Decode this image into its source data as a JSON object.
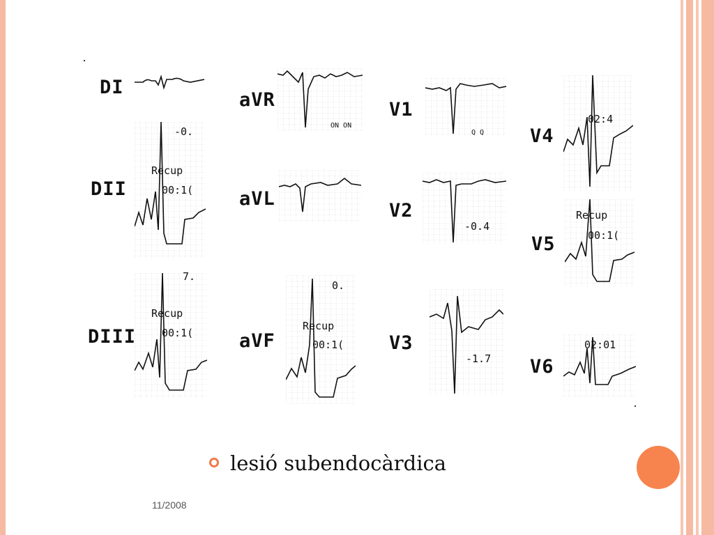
{
  "leads": {
    "DI": "DI",
    "DII": "DII",
    "DIII": "DIII",
    "aVR": "aVR",
    "aVL": "aVL",
    "aVF": "aVF",
    "V1": "V1",
    "V2": "V2",
    "V3": "V3",
    "V4": "V4",
    "V5": "V5",
    "V6": "V6"
  },
  "annotations": {
    "dii_value": "-0.",
    "dii_recup": "Recup",
    "dii_time": "00:1(",
    "diii_value": "7.",
    "diii_recup": "Recup",
    "diii_time": "00:1(",
    "avr_marks": "ON  ON",
    "avf_value": "0.",
    "avf_recup": "Recup",
    "avf_time": "00:1(",
    "v1_marks": "Q  Q",
    "v2_value": "-0.4",
    "v3_value": "-1.7",
    "v4_time": "02:4",
    "v5_recup": "Recup",
    "v5_time": "00:1(",
    "v6_time": "02:01"
  },
  "bullet": {
    "text": "lesió subendocàrdica"
  },
  "footer": {
    "date": "11/2008"
  },
  "colors": {
    "accent": "#f7844e",
    "rule": "#f6b9a2"
  }
}
